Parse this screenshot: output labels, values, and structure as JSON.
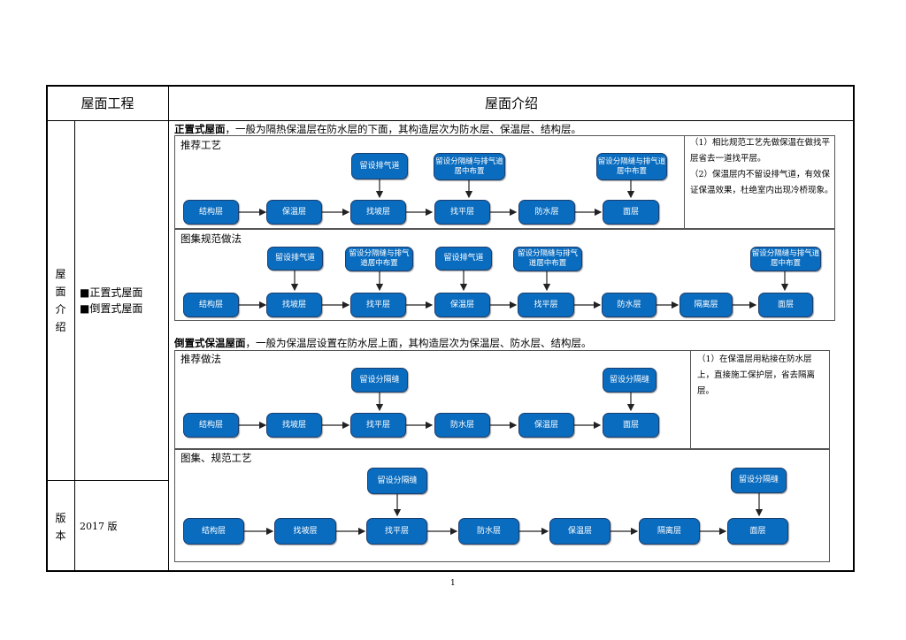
{
  "table": {
    "col1_header": "屋面工程",
    "col2_header": "屋面介绍",
    "row1_label": [
      "屋",
      "面",
      "介",
      "绍"
    ],
    "row1_items": [
      "■正置式屋面",
      "■倒置式屋面"
    ],
    "row2_label": [
      "版",
      "本"
    ],
    "row2_value": "2017 版"
  },
  "section1": {
    "title_bold": "正置式屋面",
    "title_rest": "，一般为隔热保温层在防水层的下面，其构造层次为防水层、保温层、结构层。",
    "panel_a": {
      "label": "推荐工艺",
      "steps": [
        "结构层",
        "保温层",
        "找坡层",
        "找平层",
        "防水层",
        "面层"
      ],
      "notes": [
        "留设排气道",
        "留设分隔缝与排气道居中布置",
        "留设分隔缝与排气道居中布置"
      ],
      "remark": [
        "（1）相比规范工艺先做保温在做找平层省去一道找平层。",
        "（2）保温层内不留设排气道，有效保证保温效果，杜绝室内出现冷桥现象。"
      ]
    },
    "panel_b": {
      "label": "图集规范做法",
      "steps": [
        "结构层",
        "找坡层",
        "找平层",
        "保温层",
        "找平层",
        "防水层",
        "隔离层",
        "面层"
      ],
      "notes": [
        "留设排气道",
        "留设分隔缝与排气道居中布置",
        "留设排气道",
        "留设分隔缝与排气道居中布置",
        "留设分隔缝与排气道居中布置"
      ]
    }
  },
  "section2": {
    "title_bold": "倒置式保温屋面",
    "title_rest": "，一般为保温层设置在防水层上面，其构造层次为保温层、防水层、结构层。",
    "panel_a": {
      "label": "推荐做法",
      "steps": [
        "结构层",
        "找坡层",
        "找平层",
        "防水层",
        "保温层",
        "面层"
      ],
      "notes": [
        "留设分隔缝",
        "留设分隔缝"
      ],
      "remark": [
        "（1）在保温层用粘接在防水层上，直接施工保护层，省去隔离层。"
      ]
    },
    "panel_b": {
      "label": "图集、规范工艺",
      "steps": [
        "结构层",
        "找坡层",
        "找平层",
        "防水层",
        "保温层",
        "隔离层",
        "面层"
      ],
      "notes": [
        "留设分隔缝",
        "留设分隔缝"
      ]
    }
  },
  "page_number": "1",
  "colors": {
    "node_fill": "#0a6cbf",
    "node_border": "#1a3d6e",
    "text": "#000000"
  }
}
